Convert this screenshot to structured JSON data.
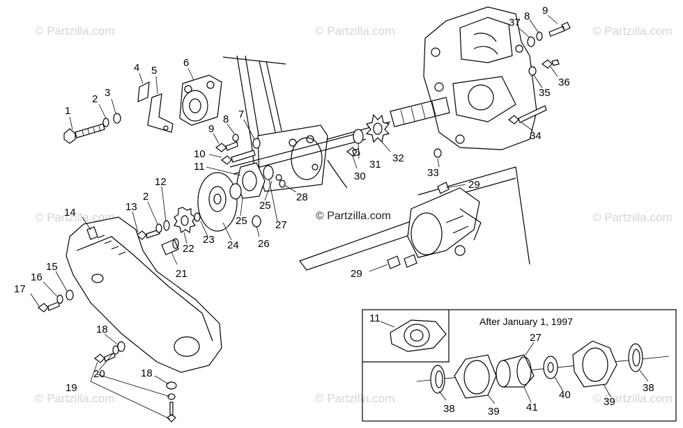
{
  "inset_note": "After January 1, 1997",
  "watermark": "© Partzilla.com",
  "labels": {
    "p1": "1",
    "p2a": "2",
    "p3": "3",
    "p4": "4",
    "p5": "5",
    "p6": "6",
    "p7": "7",
    "p8a": "8",
    "p9a": "9",
    "p10": "10",
    "p11a": "11",
    "p12": "12",
    "p13": "13",
    "p2b": "2",
    "p14": "14",
    "p15": "15",
    "p16": "16",
    "p17": "17",
    "p18a": "18",
    "p18b": "18",
    "p19": "19",
    "p20": "20",
    "p21": "21",
    "p22": "22",
    "p23": "23",
    "p24": "24",
    "p25a": "25",
    "p25b": "25",
    "p26": "26",
    "p27a": "27",
    "p28": "28",
    "p29a": "29",
    "p29b": "29",
    "p30": "30",
    "p31": "31",
    "p32": "32",
    "p33": "33",
    "p34": "34",
    "p35": "35",
    "p36": "36",
    "p37": "37",
    "p8b": "8",
    "p9b": "9",
    "i11": "11",
    "i27": "27",
    "i38a": "38",
    "i39a": "39",
    "i41": "41",
    "i40": "40",
    "i39b": "39",
    "i38b": "38"
  }
}
